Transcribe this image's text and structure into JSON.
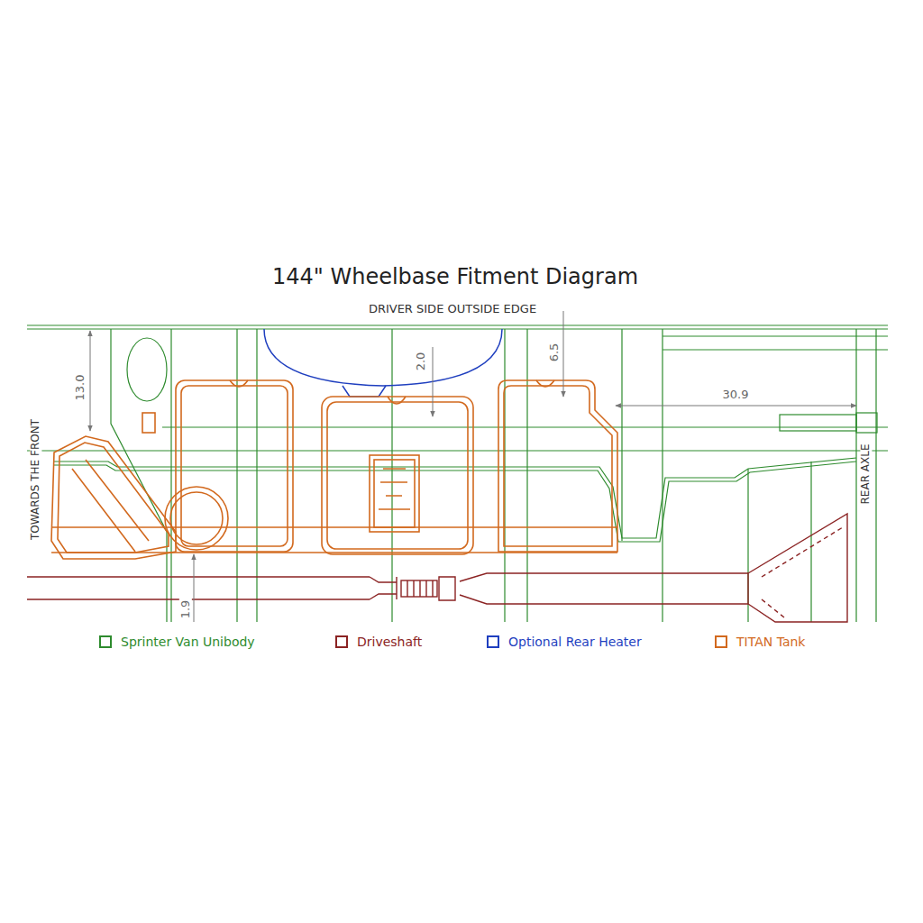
{
  "diagram": {
    "title": "144\" Wheelbase Fitment Diagram",
    "labels": [
      "DRIVER SIDE OUTSIDE EDGE",
      "13.0",
      "2.0",
      "6.5",
      "30.9",
      "TOWARDS THE FRONT",
      "REAR AXLE",
      "1.9"
    ],
    "legend": [
      {
        "text": "Sprinter Van Unibody",
        "color": "#2e8b2e"
      },
      {
        "text": "Driveshaft",
        "color": "#8b2323"
      },
      {
        "text": "Optional Rear Heater",
        "color": "#1f3fbf"
      },
      {
        "text": "TITAN Tank",
        "color": "#d2691e"
      }
    ]
  }
}
